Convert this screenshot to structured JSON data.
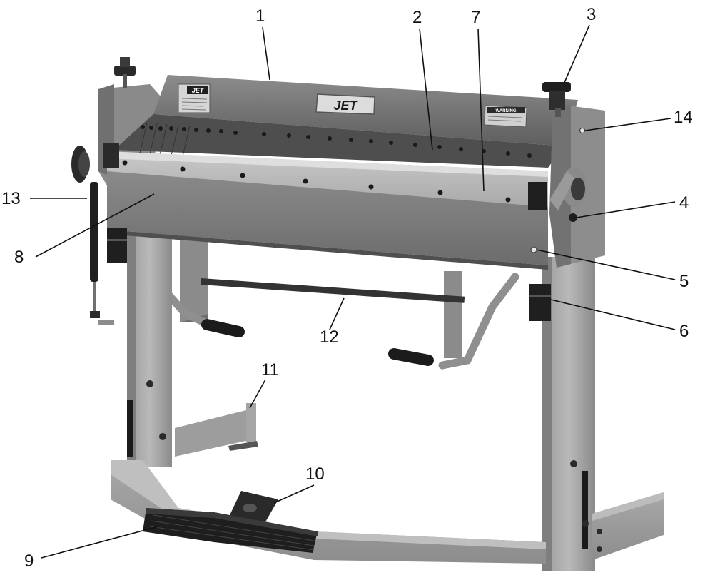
{
  "figure": {
    "brand_logo": "JET",
    "label_warning": "WARNING"
  },
  "callouts": [
    "1",
    "2",
    "3",
    "4",
    "5",
    "6",
    "7",
    "8",
    "9",
    "10",
    "11",
    "12",
    "13",
    "14"
  ]
}
